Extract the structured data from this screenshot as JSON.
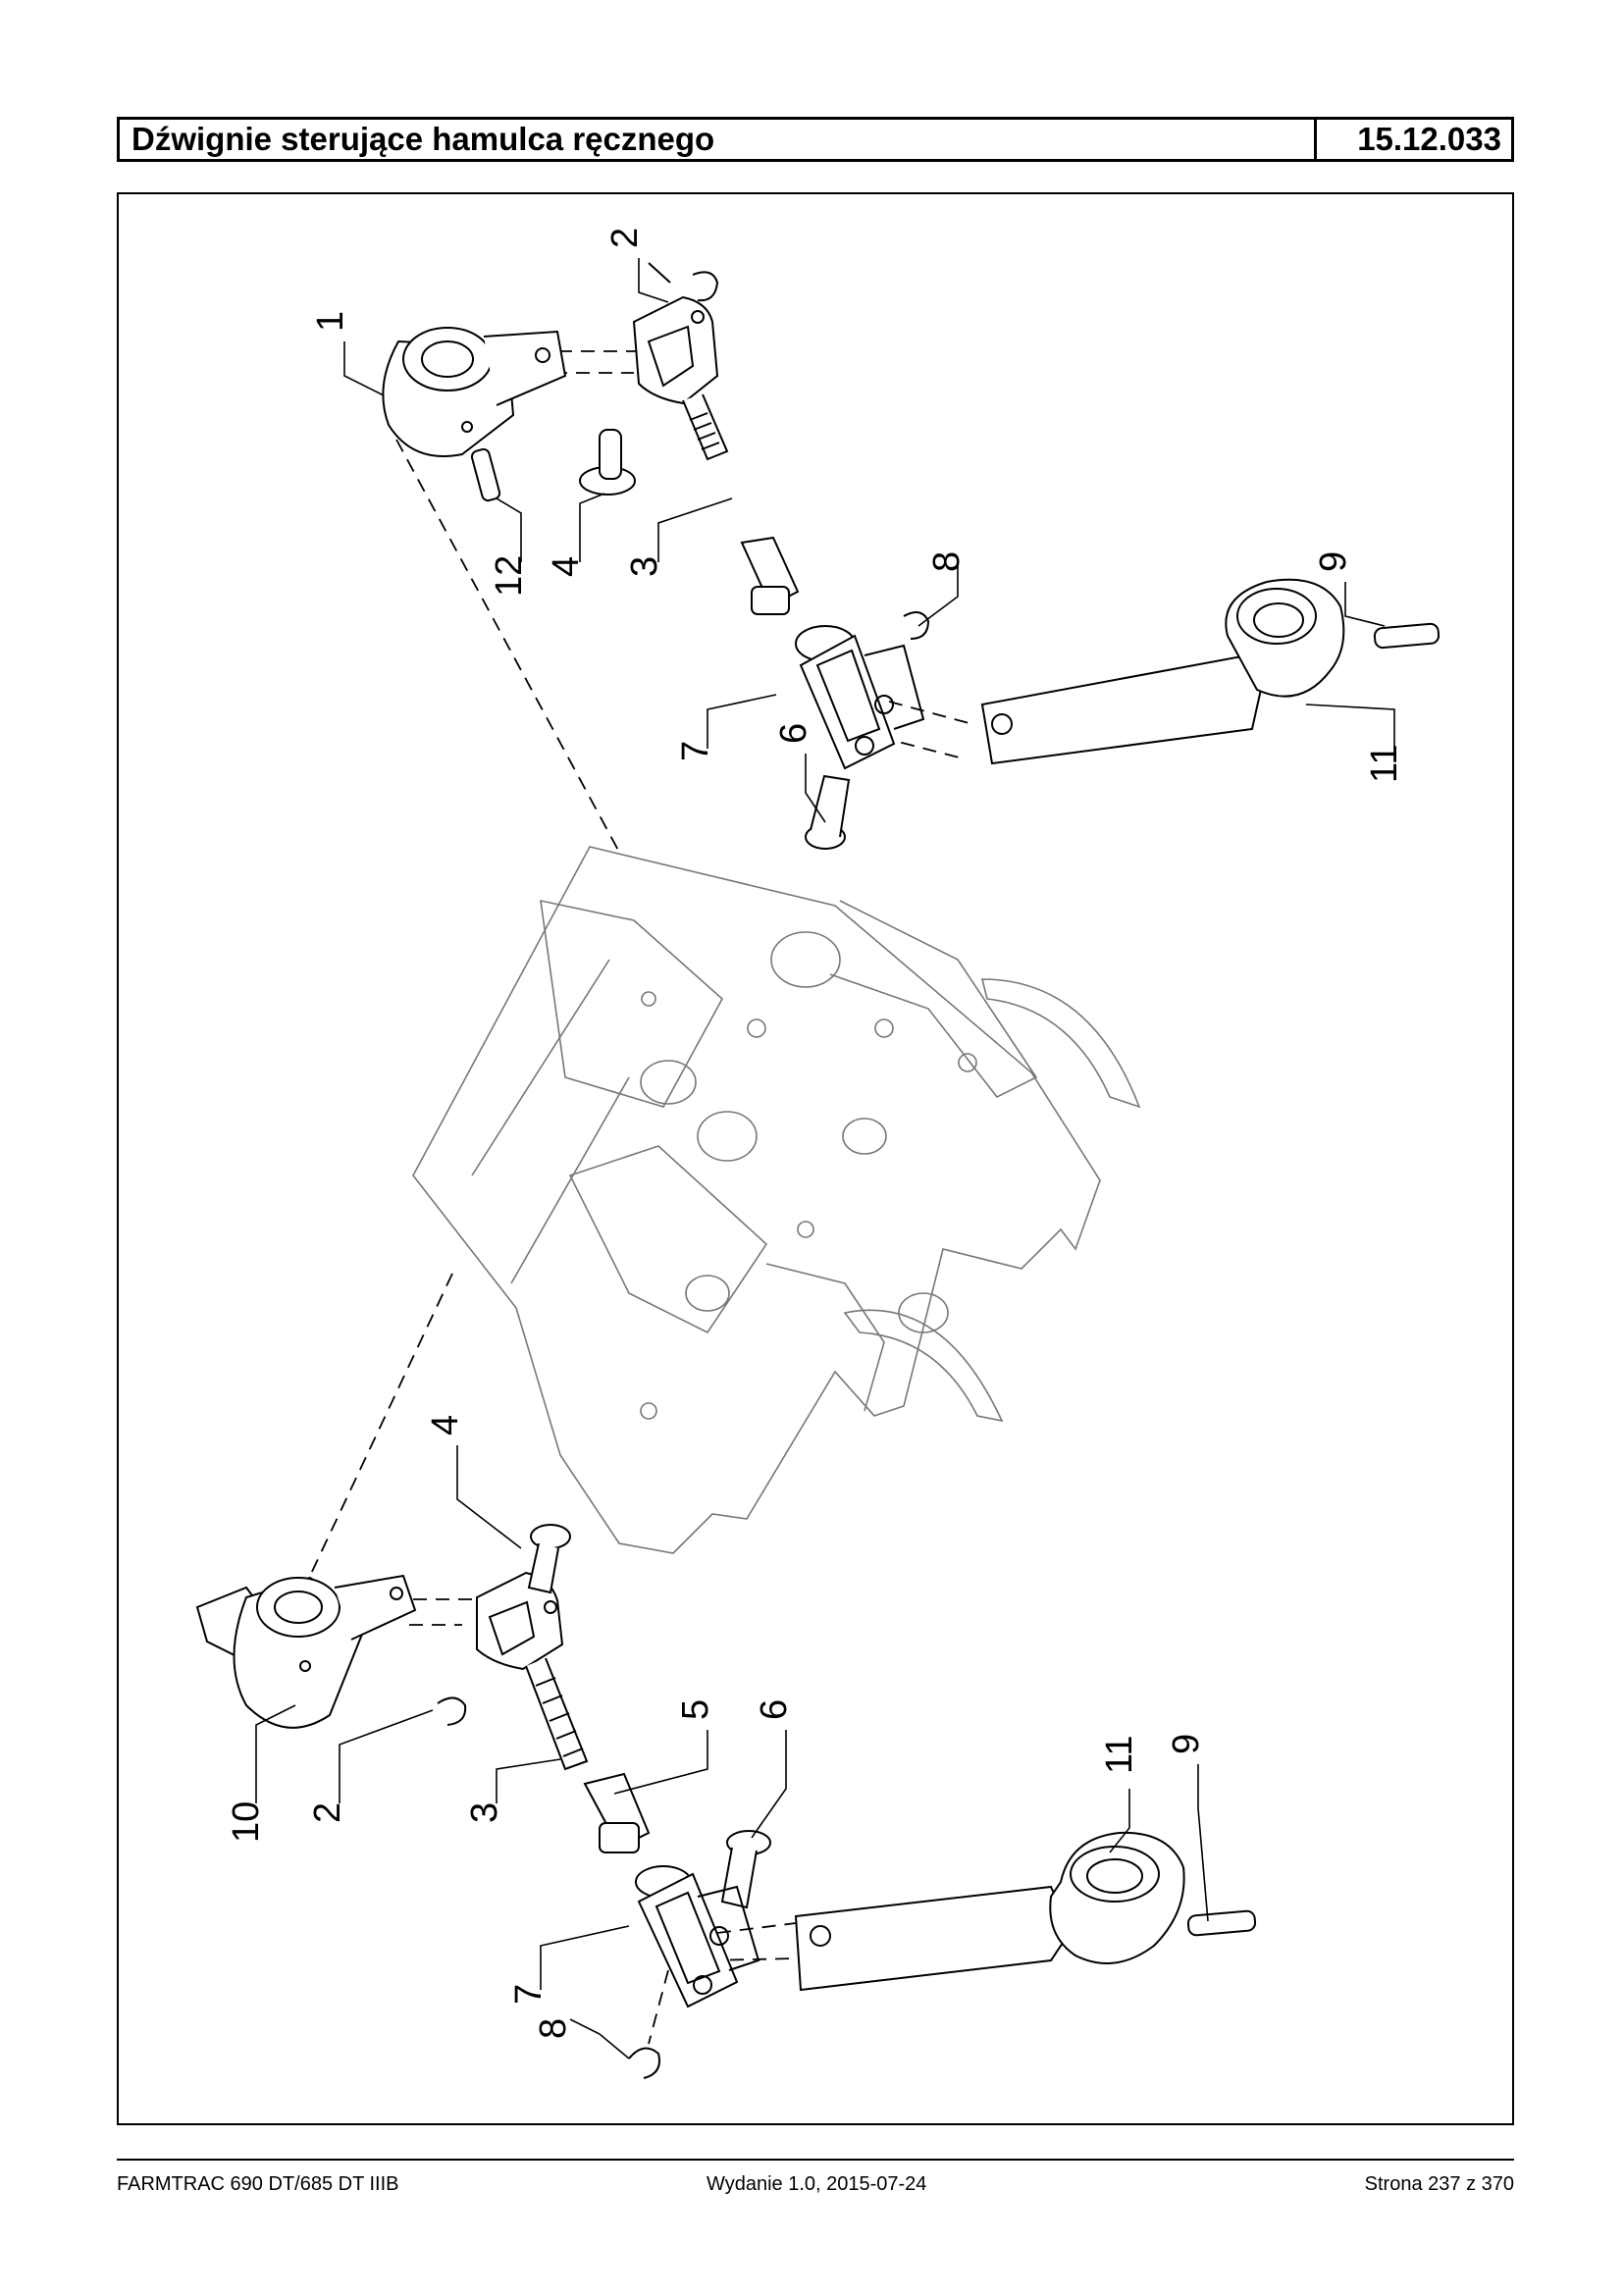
{
  "header": {
    "title": "Dźwignie sterujące hamulca ręcznego",
    "code": "15.12.033"
  },
  "diagram": {
    "callouts": [
      "1",
      "2",
      "3",
      "4",
      "12",
      "8",
      "9",
      "7",
      "6",
      "11",
      "4",
      "10",
      "2",
      "3",
      "5",
      "6",
      "11",
      "9",
      "7",
      "8"
    ]
  },
  "footer": {
    "model": "FARMTRAC 690 DT/685 DT IIIB",
    "edition": "Wydanie 1.0,  2015-07-24",
    "page": "Strona 237 z 370"
  }
}
